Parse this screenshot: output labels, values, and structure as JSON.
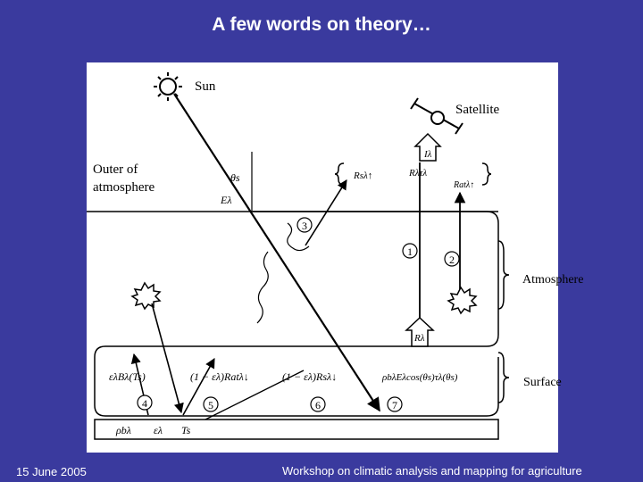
{
  "slide": {
    "title": "A few words on theory…",
    "footer_date": "15 June 2005",
    "footer_event": "Workshop on climatic analysis and mapping for agriculture"
  },
  "diagram": {
    "labels": {
      "sun": "Sun",
      "satellite": "Satellite",
      "outer_line1": "Outer of",
      "outer_line2": "atmosphere",
      "atmosphere": "Atmosphere",
      "surface": "Surface"
    },
    "markers": [
      "1",
      "2",
      "3",
      "4",
      "5",
      "6",
      "7"
    ],
    "symbols": {
      "theta_s": "θs",
      "e_lambda": "Eλ",
      "i_lambda": "Iλ",
      "r_sl_up": "Rsλ↑",
      "r_tau": "Rλτλ",
      "r_atl_up": "Ratλ↑",
      "r_lambda": "Rλ",
      "emission": "ελBλ(Ts)",
      "atm_reflect": "(1 − ελ)Ratλ↓",
      "sky_reflect": "(1 − ελ)Rsλ↓",
      "direct": "ρbλEλcos(θs)τλ(θs)",
      "ground_rho": "ρbλ",
      "ground_eps": "ελ",
      "ground_ts": "Ts"
    },
    "colors": {
      "background": "#3a3a9e",
      "panel": "#ffffff",
      "ink": "#000000",
      "text": "#ffffff"
    }
  }
}
